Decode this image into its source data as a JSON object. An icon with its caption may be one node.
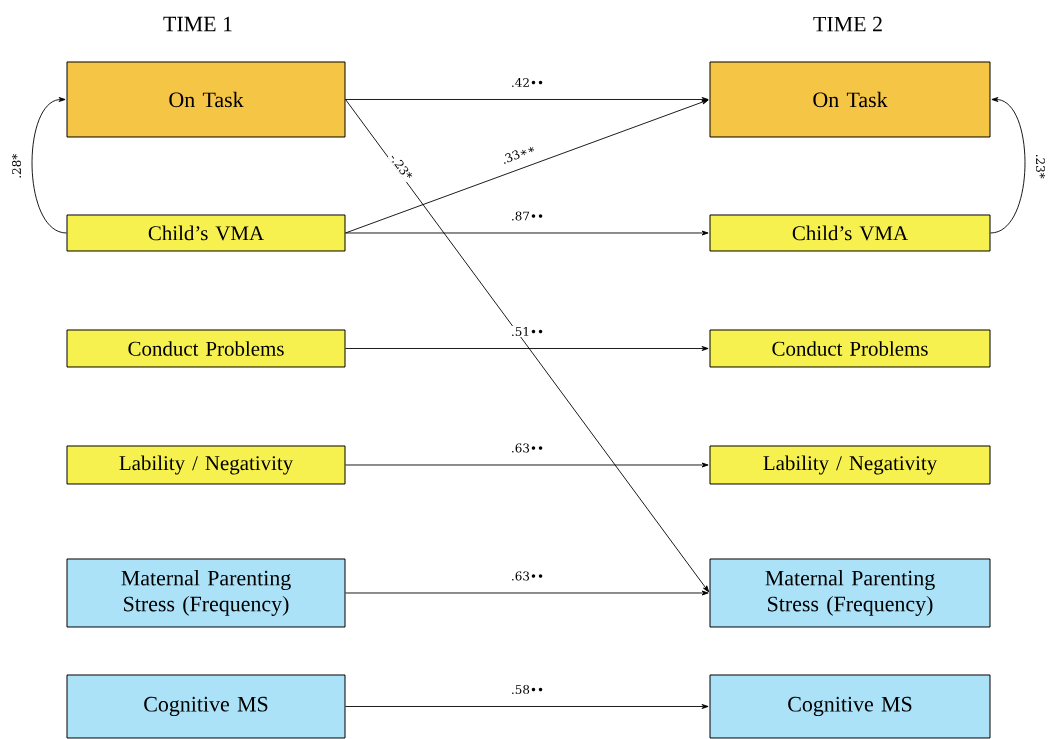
{
  "diagram": {
    "nodes": [
      {
        "text": [
          "On Task"
        ]
      },
      {
        "text": [
          "Child’s VMA"
        ]
      },
      {
        "text": [
          "Conduct Problems"
        ]
      },
      {
        "text": [
          "Lability / Negativity"
        ]
      },
      {
        "text": [
          "Maternal Parenting Stress (Frequency)"
        ]
      },
      {
        "text": [
          "Cognitive MS"
        ]
      },
      {
        "text": [
          "On Task"
        ]
      },
      {
        "text": [
          "Child’s VMA"
        ]
      },
      {
        "text": [
          "Conduct Problems"
        ]
      },
      {
        "text": [
          "Lability / Negativity"
        ]
      },
      {
        "text": [
          "Maternal Parenting Stress (Frequency)"
        ]
      },
      {
        "text": [
          "Cognitive MS"
        ]
      }
    ],
    "edges": [
      {
        "from": 1,
        "to": 0,
        "arrow": "to",
        "label": ".28*"
      },
      {
        "from": 0,
        "to": 6,
        "arrow": "to",
        "label": ".42••"
      },
      {
        "from": 0,
        "to": 10,
        "arrow": "to",
        "label": "-.23*"
      },
      {
        "from": 1,
        "to": 6,
        "arrow": "to",
        "label": ".33∗∗"
      },
      {
        "from": 1,
        "to": 7,
        "arrow": "to",
        "label": ".87••"
      },
      {
        "from": 2,
        "to": 8,
        "arrow": "to",
        "label": ".51••"
      },
      {
        "from": 3,
        "to": 9,
        "arrow": "to",
        "label": ".63••"
      },
      {
        "from": 4,
        "to": 10,
        "arrow": "to",
        "label": ".63••"
      },
      {
        "from": 5,
        "to": 11,
        "arrow": "to",
        "label": ".58••"
      },
      {
        "from": 7,
        "to": 6,
        "arrow": "to",
        "label": ".23*"
      }
    ],
    "labels": [
      "TIME 1",
      "TIME 2"
    ]
  }
}
